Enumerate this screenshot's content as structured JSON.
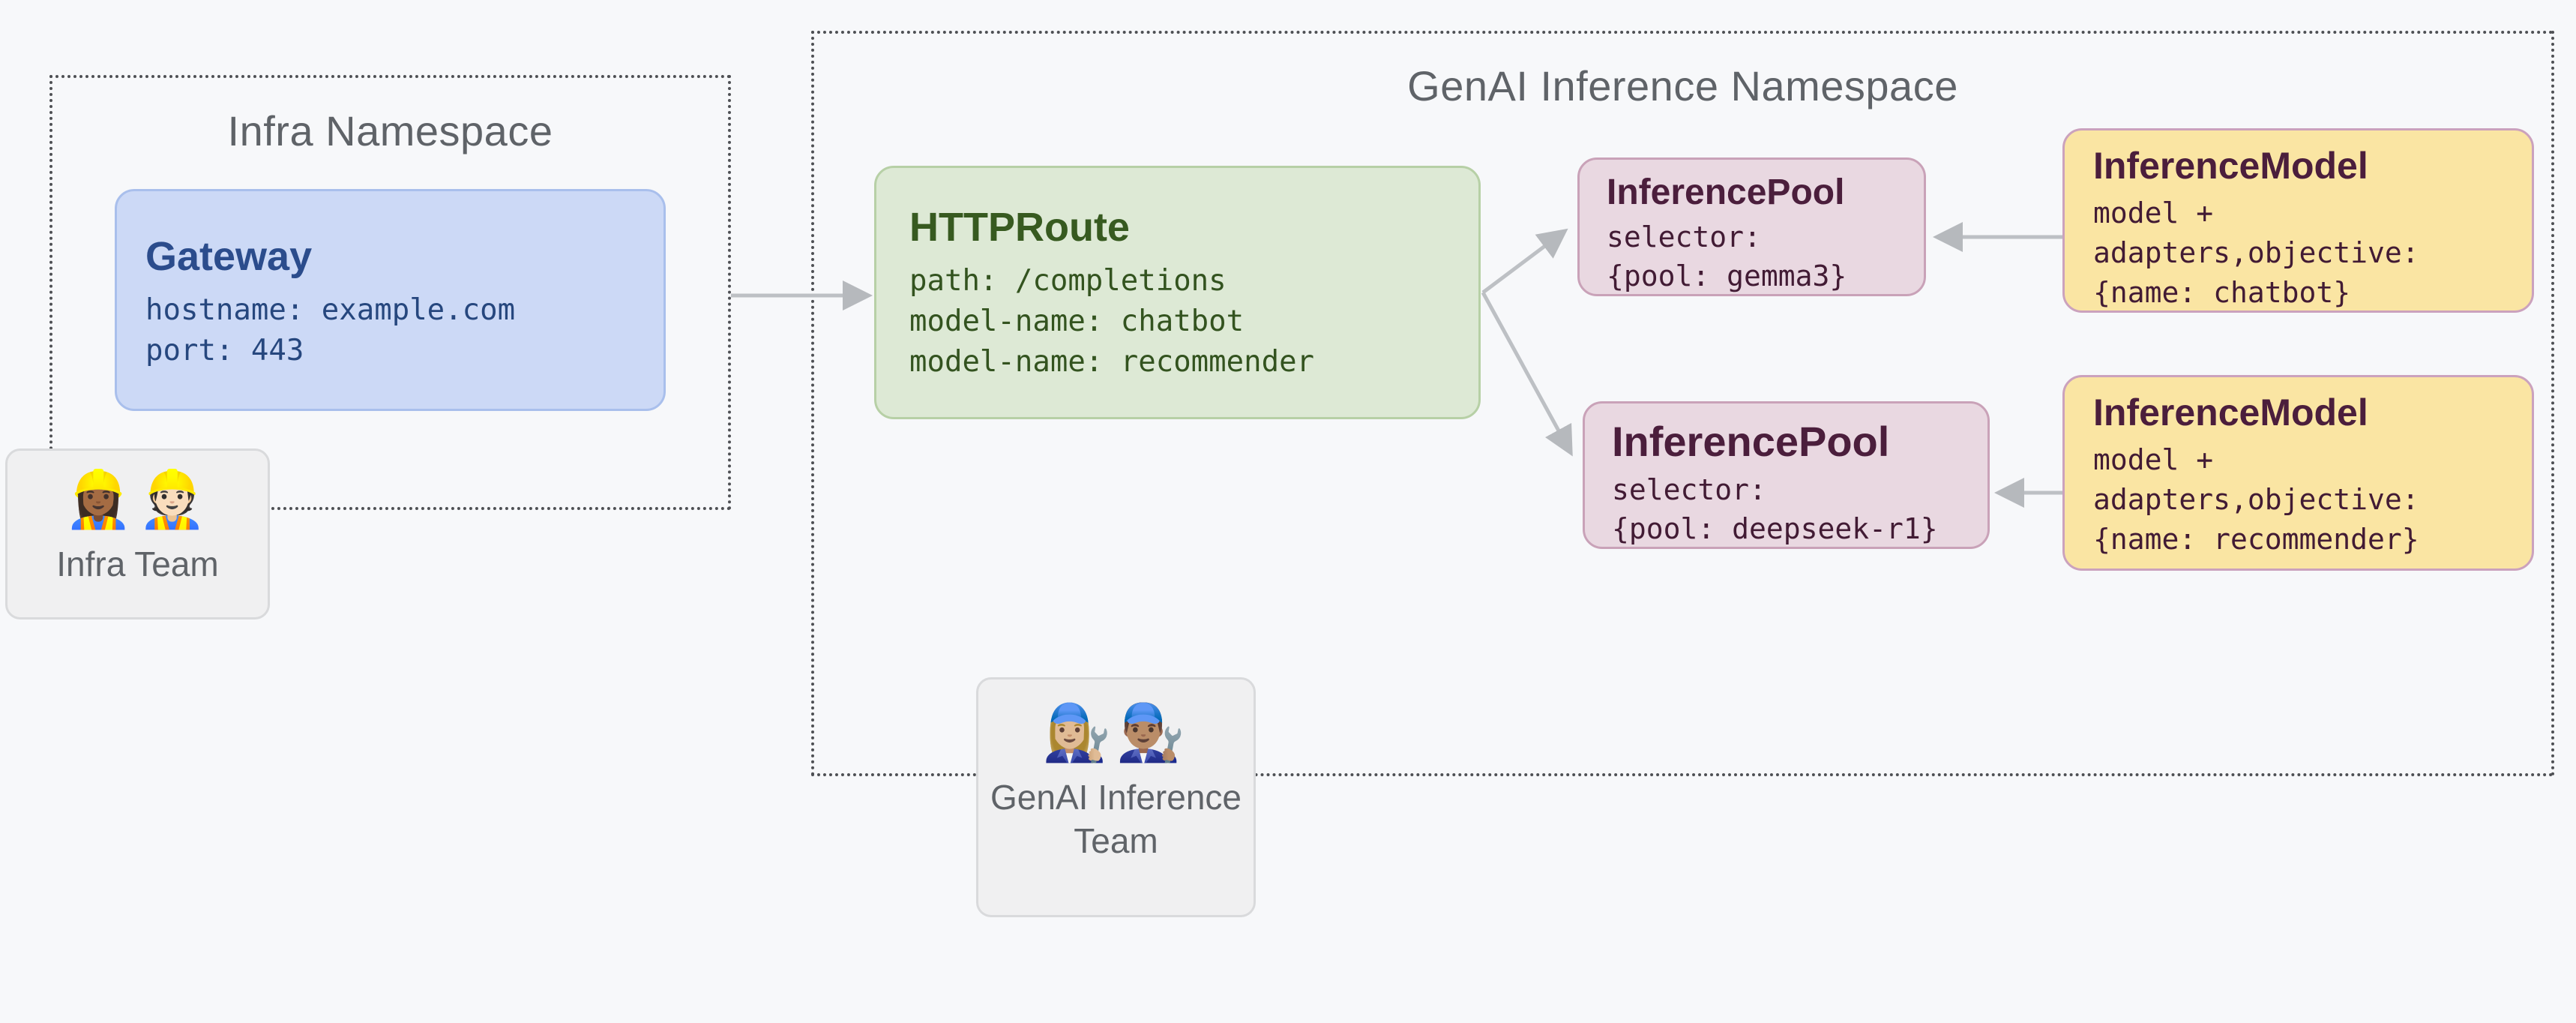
{
  "canvas": {
    "background": "#f7f8fa",
    "dotted_border_color": "#4e5054",
    "arrow_color": "#bdc0c4"
  },
  "namespaces": {
    "infra": {
      "title": "Infra Namespace"
    },
    "genai": {
      "title": "GenAI Inference Namespace"
    }
  },
  "nodes": {
    "gateway": {
      "title": "Gateway",
      "lines": [
        "hostname: example.com",
        "port: 443"
      ],
      "fill": "#ccd9f6",
      "border": "#a9bfec",
      "title_color": "#2b4c8c",
      "text_color": "#26477e"
    },
    "httproute": {
      "title": "HTTPRoute",
      "lines": [
        "path: /completions",
        "model-name: chatbot",
        "model-name: recommender"
      ],
      "fill": "#dde9d5",
      "border": "#b7d0a6",
      "title_color": "#375a20",
      "text_color": "#33531f"
    },
    "pool1": {
      "title": "InferencePool",
      "lines": [
        "selector:",
        "{pool: gemma3}"
      ],
      "fill": "#e9d8e1",
      "border": "#c9a2b8",
      "title_color": "#4b1e3c",
      "text_color": "#421b34"
    },
    "pool2": {
      "title": "InferencePool",
      "lines": [
        "selector:",
        "{pool: deepseek-r1}"
      ],
      "fill": "#e9d8e1",
      "border": "#c9a2b8",
      "title_color": "#4b1e3c",
      "text_color": "#421b34"
    },
    "model1": {
      "title": "InferenceModel",
      "lines": [
        "model +",
        "adapters,objective:",
        "{name: chatbot}"
      ],
      "fill": "#fae5a3",
      "border": "#cba2bd",
      "title_color": "#4b1e3c",
      "text_color": "#421b34"
    },
    "model2": {
      "title": "InferenceModel",
      "lines": [
        "model +",
        "adapters,objective:",
        "{name: recommender}"
      ],
      "fill": "#fae5a3",
      "border": "#cba2bd",
      "title_color": "#4b1e3c",
      "text_color": "#421b34"
    }
  },
  "teams": {
    "infra": {
      "emojis": [
        "👷🏾‍♀️",
        "👷🏻"
      ],
      "label": "Infra Team"
    },
    "genai": {
      "emojis": [
        "👩🏼‍🔧",
        "👨🏽‍🔧"
      ],
      "label": "GenAI Inference Team"
    }
  },
  "edges": [
    {
      "from": "gateway / infra-namespace-border",
      "to": "httproute"
    },
    {
      "from": "httproute",
      "to": "pool1"
    },
    {
      "from": "httproute",
      "to": "pool2"
    },
    {
      "from": "model1",
      "to": "pool1"
    },
    {
      "from": "model2",
      "to": "pool2"
    }
  ]
}
